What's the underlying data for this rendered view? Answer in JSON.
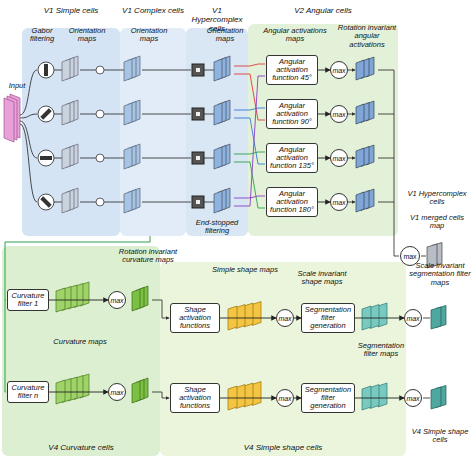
{
  "diagram": {
    "nodes": [
      {
        "text": [
          "V1 Simple cells"
        ]
      },
      {
        "text": [
          "V1 Complex cells"
        ]
      },
      {
        "text": [
          "V1 Hypercomplex cells"
        ]
      },
      {
        "text": [
          "V2 Angular cells"
        ]
      },
      {
        "text": [
          "Angular activation function 45°"
        ],
        "in": 3
      },
      {
        "text": [
          "Angular activation function 90°"
        ],
        "in": 3
      },
      {
        "text": [
          "Angular activation function 135°"
        ],
        "in": 3
      },
      {
        "text": [
          "Angular activation function 180°"
        ],
        "in": 3
      },
      {
        "text": [
          "max"
        ],
        "in": 3
      },
      {
        "text": [
          "max"
        ],
        "in": 3
      },
      {
        "text": [
          "max"
        ],
        "in": 3
      },
      {
        "text": [
          "max"
        ],
        "in": 3
      },
      {
        "text": [
          "max"
        ]
      },
      {
        "text": [
          "V4 Curvature cells"
        ]
      },
      {
        "text": [
          "Curvature filter 1"
        ],
        "in": 13
      },
      {
        "text": [
          "Curvature filter n"
        ],
        "in": 13
      },
      {
        "text": [
          "max"
        ],
        "in": 13
      },
      {
        "text": [
          "max"
        ],
        "in": 13
      },
      {
        "text": [
          "V4 Simple shape cells"
        ]
      },
      {
        "text": [
          "Shape activation functions"
        ],
        "in": 18
      },
      {
        "text": [
          "Shape activation functions"
        ],
        "in": 18
      },
      {
        "text": [
          "max"
        ],
        "in": 18
      },
      {
        "text": [
          "max"
        ],
        "in": 18
      },
      {
        "text": [
          "Segmentation filter generation"
        ],
        "in": 18
      },
      {
        "text": [
          "Segmentation filter generation"
        ],
        "in": 18
      },
      {
        "text": [
          "max"
        ],
        "in": 18
      },
      {
        "text": [
          "max"
        ],
        "in": 18
      }
    ],
    "edges": [
      {
        "from": 4,
        "to": 8,
        "arrow": "to"
      },
      {
        "from": 5,
        "to": 9,
        "arrow": "to"
      },
      {
        "from": 6,
        "to": 10,
        "arrow": "to"
      },
      {
        "from": 7,
        "to": 11,
        "arrow": "to"
      },
      {
        "from": 14,
        "to": 16,
        "arrow": "to"
      },
      {
        "from": 15,
        "to": 17,
        "arrow": "to"
      },
      {
        "from": 19,
        "to": 21,
        "arrow": "to"
      },
      {
        "from": 20,
        "to": 22,
        "arrow": "to"
      },
      {
        "from": 21,
        "to": 23,
        "arrow": "to"
      },
      {
        "from": 22,
        "to": 24,
        "arrow": "to"
      },
      {
        "from": 23,
        "to": 25,
        "arrow": "to"
      },
      {
        "from": 24,
        "to": 26,
        "arrow": "to"
      }
    ],
    "labels": [
      "Input",
      "Gabor filtering",
      "Orientation maps",
      "Orientation maps",
      "Orientation maps",
      "End-stopped filtering",
      "Angular activations maps",
      "Rotation invariant angular activations",
      "V1 Hypercomplex cells",
      "V1 merged cells map",
      "Curvature maps",
      "Rotation invariant curvature maps",
      "Simple shape maps",
      "Scale invariant shape maps",
      "Segmentation filter maps",
      "Scale invariant segmentation filter maps",
      "V4 Simple shape cells"
    ]
  }
}
